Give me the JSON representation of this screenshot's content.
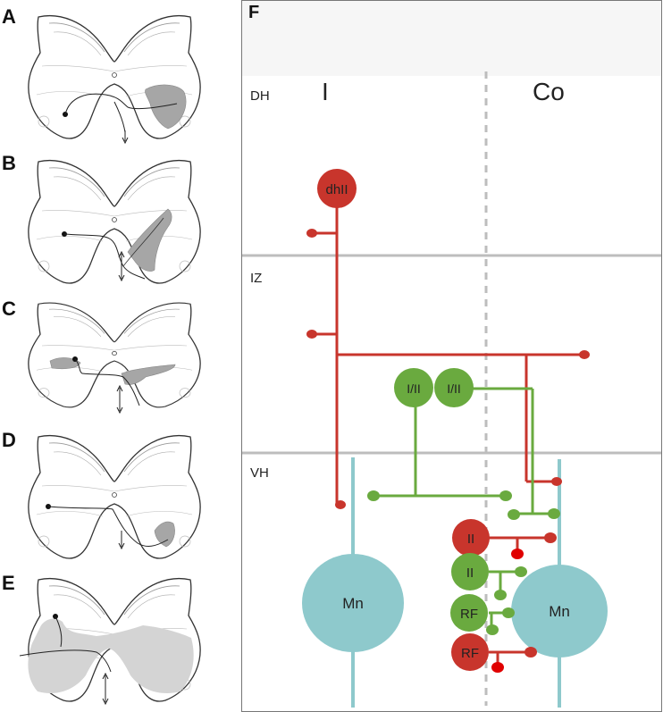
{
  "panels_left": [
    {
      "letter": "A"
    },
    {
      "letter": "B"
    },
    {
      "letter": "C"
    },
    {
      "letter": "D"
    },
    {
      "letter": "E"
    }
  ],
  "panel_f": {
    "letter": "F",
    "zones": {
      "dh": "DH",
      "iz": "IZ",
      "vh": "VH"
    },
    "sides": {
      "ipsi": "I",
      "contra": "Co"
    },
    "neurons": {
      "dhii": "dhII",
      "i_ii_left": "I/II",
      "i_ii_right": "I/II",
      "ii_red": "II",
      "ii_green": "II",
      "rf_green": "RF",
      "rf_red": "RF",
      "mn_left": "Mn",
      "mn_right": "Mn"
    },
    "colors": {
      "red": "#c8352c",
      "green": "#6aaa3f",
      "teal": "#8ec9cc",
      "divider": "#bdbdbd",
      "top_band": "#f6f6f6"
    }
  }
}
